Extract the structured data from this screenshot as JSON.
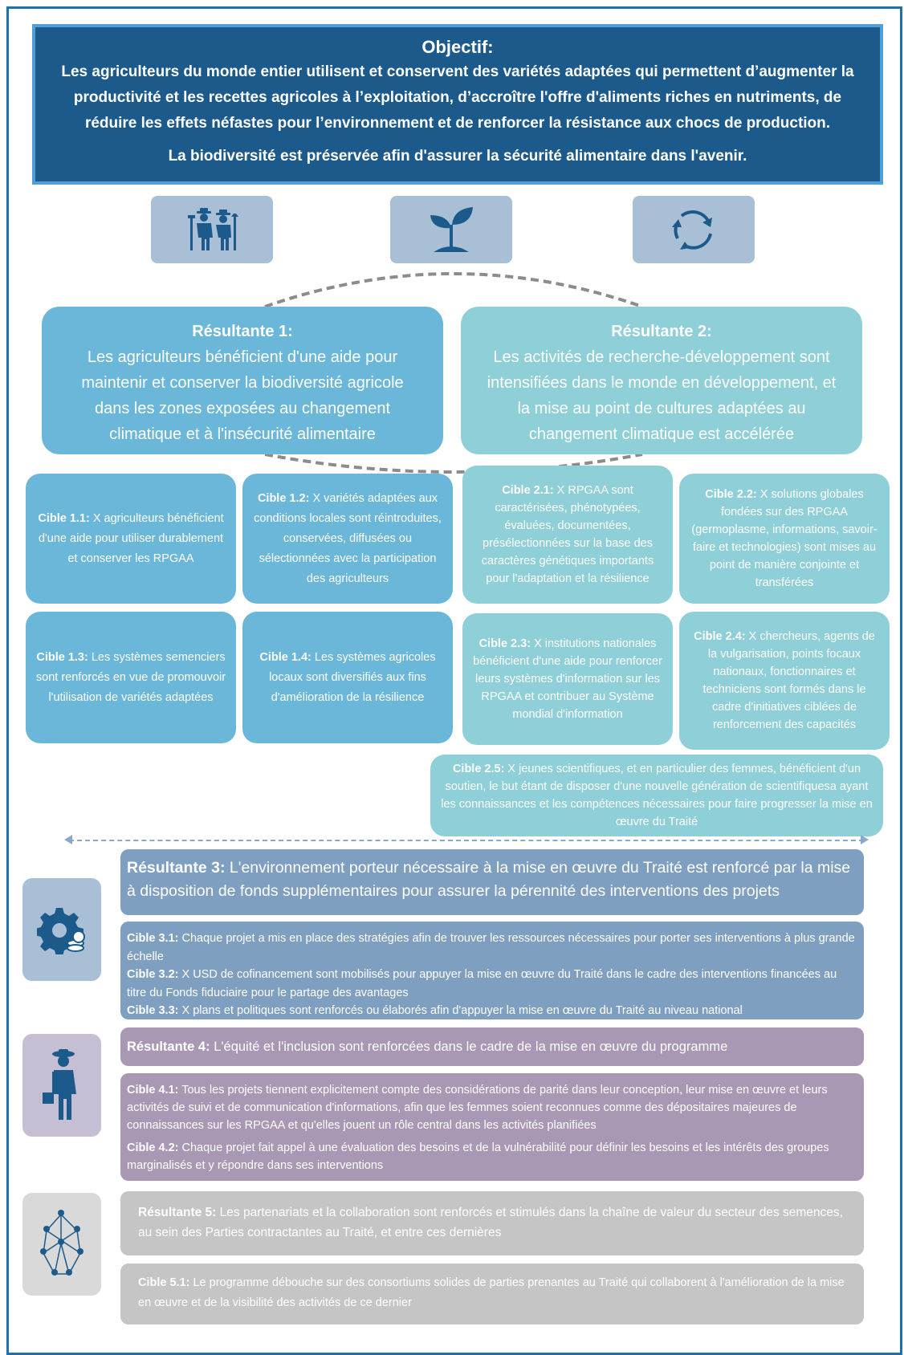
{
  "objective": {
    "title": "Objectif:",
    "text": "Les agriculteurs du monde entier utilisent et conservent des variétés adaptées qui permettent d’augmenter la productivité et les recettes agricoles à l’exploitation, d’accroître l'offre d'aliments riches en nutriments, de réduire les effets néfastes pour l’environnement et de renforcer la résistance aux chocs de production.",
    "text2": "La biodiversité est préservée afin d'assurer la sécurité alimentaire dans l'avenir."
  },
  "icons": {
    "top": [
      "farmers-icon",
      "seedling-icon",
      "cycle-arrows-icon"
    ],
    "side": [
      "gear-money-icon",
      "woman-farmer-icon",
      "network-people-icon"
    ],
    "colors": {
      "iconbox": "#a9bfd6",
      "icon": "#1c5a8c"
    }
  },
  "resultante1": {
    "title": "Résultante 1:",
    "text": "Les agriculteurs bénéficient d'une aide pour maintenir et conserver la biodiversité agricole dans les zones exposées au changement climatique et à l'insécurité alimentaire"
  },
  "resultante2": {
    "title": "Résultante 2:",
    "text": "Les activités de recherche-développement sont intensifiées dans le monde en développement, et la mise au point de cultures adaptées au changement climatique est accélérée"
  },
  "cibles": {
    "c11": {
      "label": "Cible 1.1:",
      "text": " X agriculteurs bénéficient d'une aide pour utiliser durablement et conserver les RPGAA"
    },
    "c12": {
      "label": "Cible 1.2:",
      "text": " X variétés adaptées aux conditions locales sont réintroduites, conservées, diffusées ou sélectionnées avec la participation des agriculteurs"
    },
    "c13": {
      "label": "Cible 1.3:",
      "text": " Les systèmes semenciers sont renforcés en vue de promouvoir l'utilisation de variétés adaptées"
    },
    "c14": {
      "label": "Cible 1.4:",
      "text": " Les systèmes agricoles locaux sont diversifiés aux fins d'amélioration de la résilience"
    },
    "c21": {
      "label": "Cible 2.1:",
      "text": " X RPGAA sont caractérisées, phénotypées, évaluées, documentées, présélectionnées sur la base des caractères génétiques importants pour l'adaptation et la résilience"
    },
    "c22": {
      "label": "Cible 2.2:",
      "text": " X solutions globales fondées sur des RPGAA (germoplasme, informations, savoir-faire et technologies) sont mises au point de manière conjointe et transférées"
    },
    "c23": {
      "label": "Cible 2.3:",
      "text": " X institutions nationales bénéficient d'une aide pour renforcer leurs systèmes d'information sur les RPGAA et contribuer au Système mondial d'information"
    },
    "c24": {
      "label": "Cible 2.4:",
      "text": " X chercheurs, agents de la vulgarisation, points focaux nationaux, fonctionnaires et techniciens sont formés dans le cadre d'initiatives ciblées de renforcement des capacités"
    },
    "c25": {
      "label": "Cible 2.5:",
      "text": " X jeunes scientifiques, et en particulier des femmes, bénéficient d'un soutien, le but étant de disposer d'une nouvelle génération de scientifiquesa ayant les connaissances et les compétences nécessaires pour faire progresser la mise en œuvre du Traité"
    }
  },
  "resultante3": {
    "label": "Résultante 3:",
    "text": " L'environnement porteur nécessaire à la mise en œuvre du Traité est renforcé par la mise à disposition de fonds supplémentaires pour assurer la pérennité des interventions des projets",
    "c31_label": "Cible 3.1:",
    "c31_text": " Chaque projet a mis en place des stratégies afin de trouver les ressources nécessaires pour porter ses interventions à plus grande échelle",
    "c32_label": "Cible 3.2:",
    "c32_text": " X USD de cofinancement sont mobilisés pour appuyer la mise en œuvre du Traité dans le cadre des interventions financées au titre du Fonds fiduciaire pour le partage des avantages",
    "c33_label": "Cible 3.3:",
    "c33_text": " X plans et politiques sont renforcés ou élaborés afin d'appuyer la mise en œuvre du Traité au niveau national"
  },
  "resultante4": {
    "label": "Résultante 4:",
    "text": " L'équité et l'inclusion sont renforcées dans le cadre de la mise en œuvre du programme",
    "c41_label": "Cible 4.1:",
    "c41_text": " Tous les projets tiennent explicitement compte des considérations de parité dans leur conception, leur mise en œuvre et leurs activités de suivi et de communication d'informations, afin que les femmes soient reconnues comme des dépositaires majeures de connaissances sur les RPGAA et qu'elles jouent un rôle central dans les activités planifiées",
    "c42_label": "Cible 4.2:",
    "c42_text": " Chaque projet fait appel à une évaluation des besoins et de la vulnérabilité pour définir les besoins et les intérêts des groupes marginalisés et y répondre dans ses interventions"
  },
  "resultante5": {
    "label": "Résultante 5:",
    "text": " Les partenariats et la collaboration sont renforcés et stimulés dans la chaîne de valeur du secteur des semences, au sein des Parties contractantes au Traité, et entre ces dernières",
    "c51_label": "Cible 5.1:",
    "c51_text": " Le programme débouche sur des consortiums solides de parties prenantes au Traité qui collaborent à l'amélioration de la mise en œuvre et de la visibilité des activités de ce dernier"
  }
}
